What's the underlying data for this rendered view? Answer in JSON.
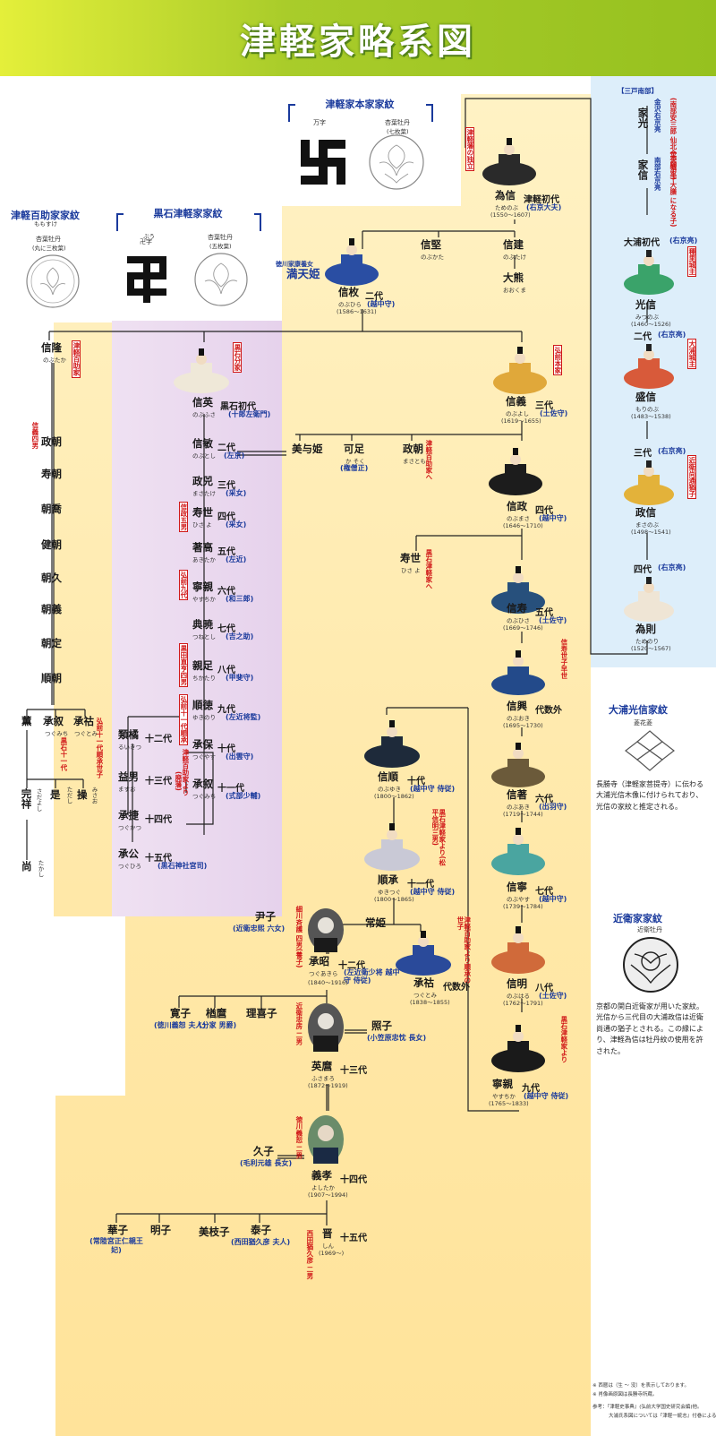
{
  "title": "津軽家略系図",
  "crests": {
    "honke": {
      "heading": "津軽家本家家紋",
      "label1": "万字",
      "label2": "杏葉牡丹",
      "label2b": "(七枚葉)"
    },
    "kuroishi": {
      "heading": "黒石津軽家家紋",
      "label1": "卍字",
      "label1r": "ぶう",
      "label2": "杏葉牡丹",
      "label2b": "(五枚葉)"
    },
    "hyakusuke": {
      "heading": "津軽百助家家紋",
      "headr": "ももすけ",
      "label1": "杏葉牡丹",
      "label1b": "(丸に三枚葉)"
    },
    "oura": {
      "heading": "大浦光信家紋",
      "label": "菱花菱",
      "text": "長勝寺（津軽家菩提寺）に伝わる大浦光信木像に付けられており、光信の家紋と推定される。"
    },
    "konoe": {
      "heading": "近衛家家紋",
      "label": "近衛牡丹",
      "text": "京都の関白近衛家が用いた家紋。光信から三代目の大浦政信は近衛尚通の猶子とされる。この縁により、津軽為信は牡丹紋の使用を許された。"
    }
  },
  "sannohe": {
    "heading": "【三戸南部】",
    "mitsu": "家光",
    "mitsu_note": "(南部安三郎 仙北金沢城主)",
    "mitsu_blue": "金沢右京亮",
    "nobu": "家信",
    "nobu_note": "(本願の下大膳 になる子)",
    "nobu_blue": "南部右京亮"
  },
  "oura_line": [
    {
      "gen": "大浦初代",
      "title": "(右京亮)",
      "name": "光信",
      "reading": "みつのぶ",
      "years": "(1460～1526)",
      "red": "種里城主"
    },
    {
      "gen": "二代",
      "title": "(右京亮)",
      "name": "盛信",
      "reading": "もりのぶ",
      "years": "(1483～1538)",
      "red": "大浦城主"
    },
    {
      "gen": "三代",
      "title": "(右京亮)",
      "name": "政信",
      "reading": "まさのぶ",
      "years": "(1498～1541)",
      "red": "近衛尚通猶子"
    },
    {
      "gen": "四代",
      "title": "(右京亮)",
      "name": "為則",
      "reading": "ためのり",
      "years": "(1520～1567)"
    }
  ],
  "honke_line": [
    {
      "name": "為信",
      "reading": "ためのぶ",
      "gen": "津軽初代",
      "title": "(右京大夫)",
      "years": "(1550～1607)",
      "red": "津軽藩の独立"
    },
    {
      "name": "信枚",
      "reading": "のぶひら",
      "gen": "二代",
      "title": "(越中守)",
      "years": "(1586～1631)"
    },
    {
      "name": "信義",
      "reading": "のぶよし",
      "gen": "三代",
      "title": "(土佐守)",
      "years": "(1619～1655)",
      "red": "弘前本家"
    },
    {
      "name": "信政",
      "reading": "のぶまさ",
      "gen": "四代",
      "title": "(越中守)",
      "years": "(1646～1710)"
    },
    {
      "name": "信寿",
      "reading": "のぶひさ",
      "gen": "五代",
      "title": "(土佐守)",
      "years": "(1669～1746)"
    },
    {
      "name": "信興",
      "reading": "のぶおき",
      "gen": "代数外",
      "years": "(1695～1730)",
      "red": "信寿世子早世"
    },
    {
      "name": "信著",
      "reading": "のぶあき",
      "gen": "六代",
      "title": "(出羽守)",
      "years": "(1719～1744)"
    },
    {
      "name": "信寧",
      "reading": "のぶやす",
      "gen": "七代",
      "title": "(越中守)",
      "years": "(1739～1784)"
    },
    {
      "name": "信明",
      "reading": "のぶはる",
      "gen": "八代",
      "title": "(土佐守)",
      "years": "(1762～1791)"
    },
    {
      "name": "寧親",
      "reading": "やすちか",
      "gen": "九代",
      "title": "(越中守 侍従)",
      "years": "(1765～1833)",
      "red": "黒石津軽家より"
    },
    {
      "name": "信順",
      "reading": "のぶゆき",
      "gen": "十代",
      "title": "(越中守 侍従)",
      "years": "(1800～1862)"
    },
    {
      "name": "順承",
      "reading": "ゆきつぐ",
      "gen": "十一代",
      "title": "(越中守 侍従)",
      "years": "(1800～1865)",
      "red": "黒石津軽家より(松平信明三男)"
    },
    {
      "name": "承祜",
      "reading": "つぐとみ",
      "gen": "代数外",
      "years": "(1838～1855)",
      "red": "津軽百助家より順承の世子"
    },
    {
      "name": "承昭",
      "reading": "つぐあきら",
      "gen": "十二代",
      "title": "(左近衛少将 越中守 侍従)",
      "years": "(1840～1916)",
      "red": "細川斉護 四男(養子)"
    },
    {
      "name": "英麿",
      "reading": "ふさまろ",
      "gen": "十三代",
      "years": "(1872～1919)",
      "red": "近衛忠房 二男"
    },
    {
      "name": "義孝",
      "reading": "よしたか",
      "gen": "十四代",
      "years": "(1907～1994)",
      "red": "徳川義恕 二男"
    },
    {
      "name": "晋",
      "reading": "しん",
      "gen": "十五代",
      "years": "(1969～)",
      "red": "西田猶久彦 二男"
    }
  ],
  "others": {
    "nobukata": {
      "name": "信堅",
      "reading": "のぶかた"
    },
    "nobutake": {
      "name": "信建",
      "reading": "のぶたけ"
    },
    "daiyu": {
      "name": "大熊",
      "reading": "おおくま"
    },
    "mantenhime": {
      "name": "満天姫",
      "blue": "徳川家康養女"
    },
    "miyoshi": {
      "name": "美与姫"
    },
    "kaso": {
      "name": "可足",
      "reading": "か そく",
      "blue": "(権僧正)"
    },
    "masatomo": {
      "name": "政朝",
      "reading": "まさとも",
      "red": "津軽百助家へ"
    },
    "hisayo": {
      "name": "寿世",
      "reading": "ひさ よ",
      "red": "黒石津軽家へ"
    },
    "tsuneko": {
      "name": "常姫"
    },
    "inko": {
      "name": "尹子",
      "blue": "(近衛忠煕 六女)"
    },
    "teruko": {
      "name": "照子",
      "blue": "(小笠原忠忱 長女)"
    },
    "hisako": {
      "name": "久子",
      "blue": "(毛利元雄 長女)"
    },
    "hiroko": {
      "name": "寛子",
      "blue": "(徳川義恕 夫人)"
    },
    "tadamaro": {
      "name": "楢麿",
      "blue": "(分家 男爵)"
    },
    "rikiko": {
      "name": "理喜子"
    },
    "hanako": {
      "name": "華子",
      "blue": "(常陸宮正仁親王妃)"
    },
    "meiko": {
      "name": "明子"
    },
    "mikako": {
      "name": "美枝子"
    },
    "yasuko": {
      "name": "泰子",
      "blue": "(西田猶久彦 夫人)"
    }
  },
  "kuroishi_line": [
    {
      "name": "信英",
      "reading": "のぶふさ",
      "gen": "黒石初代",
      "title": "(十郎左衛門)",
      "red": "黒石分家"
    },
    {
      "name": "信敏",
      "reading": "のぶとし",
      "gen": "二代",
      "title": "(左京)"
    },
    {
      "name": "政兕",
      "reading": "まさたけ",
      "gen": "三代",
      "title": "(采女)"
    },
    {
      "name": "寿世",
      "reading": "ひさ よ",
      "gen": "四代",
      "title": "(采女)",
      "red": "信政五男"
    },
    {
      "name": "著高",
      "reading": "あきたか",
      "gen": "五代",
      "title": "(左近)"
    },
    {
      "name": "寧親",
      "reading": "やすちか",
      "gen": "六代",
      "title": "(和三郎)",
      "red": "弘前九代"
    },
    {
      "name": "典暁",
      "reading": "つねとし",
      "gen": "七代",
      "title": "(吉之助)"
    },
    {
      "name": "親足",
      "reading": "ちかたり",
      "gen": "八代",
      "title": "(甲斐守)",
      "red": "黒田直亨四男"
    },
    {
      "name": "順徳",
      "reading": "ゆきのり",
      "gen": "九代",
      "title": "(左近将監)",
      "red": "弘前十一代順承"
    },
    {
      "name": "承保",
      "reading": "つぐやす",
      "gen": "十代",
      "title": "(出雲守)"
    },
    {
      "name": "承叙",
      "reading": "つぐみち",
      "gen": "十一代",
      "title": "(式部少輔)",
      "red": "津軽百助家より"
    },
    {
      "name": "類橘",
      "reading": "るいきつ",
      "gen": "十二代"
    },
    {
      "name": "益男",
      "reading": "ますお",
      "gen": "十三代",
      "red": "(廃藩)"
    },
    {
      "name": "承捷",
      "reading": "つぐかつ",
      "gen": "十四代"
    },
    {
      "name": "承公",
      "reading": "つぐひろ",
      "gen": "十五代",
      "title": "(黒石神社宮司)"
    }
  ],
  "hyakusuke_line": [
    {
      "name": "信隆",
      "reading": "のぶたか",
      "red": "津軽百助家"
    },
    {
      "name": "政朝",
      "red": "信義四男"
    },
    {
      "name": "寿朝"
    },
    {
      "name": "朝喬"
    },
    {
      "name": "健朝"
    },
    {
      "name": "朝久"
    },
    {
      "name": "朝義"
    },
    {
      "name": "朝定"
    },
    {
      "name": "順朝"
    },
    {
      "name": "薫"
    },
    {
      "name": "承叙",
      "reading": "つぐみち",
      "red": "黒石十一代"
    },
    {
      "name": "承祜",
      "reading": "つぐとみ",
      "red": "弘前十一代順承世子"
    },
    {
      "name": "完祥",
      "reading": "さだよし"
    },
    {
      "name": "是",
      "reading": "ただし"
    },
    {
      "name": "操",
      "reading": "みさお"
    },
    {
      "name": "尚",
      "reading": "たかし"
    }
  ],
  "notes": [
    "※ 西暦は（生 ～ 没）を表示しております。",
    "※ 肖像画原図は長勝寺所蔵。",
    "参考：『津軽史事典』(弘前大学国史研究会編)他。",
    "大浦氏系図については『津軽一統志』付巻による。"
  ]
}
